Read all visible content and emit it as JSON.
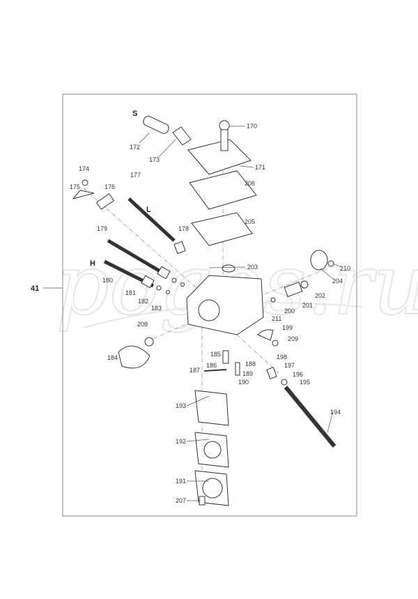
{
  "diagram": {
    "assembly_ref": "41",
    "adjust_labels": {
      "S": "S",
      "L": "L",
      "H": "H"
    },
    "watermark": "pogos.ru",
    "labels": {
      "p170": "170",
      "p171": "171",
      "p172": "172",
      "p173": "173",
      "p174": "174",
      "p175": "175",
      "p176": "176",
      "p177": "177",
      "p178": "178",
      "p179": "179",
      "p180": "180",
      "p181": "181",
      "p182": "182",
      "p183": "183",
      "p184": "184",
      "p185": "185",
      "p186": "186",
      "p187": "187",
      "p188": "188",
      "p189": "189",
      "p190": "190",
      "p191": "191",
      "p192": "192",
      "p193": "193",
      "p194": "194",
      "p195": "195",
      "p196": "196",
      "p197": "197",
      "p198": "198",
      "p199": "199",
      "p200": "200",
      "p201": "201",
      "p202": "202",
      "p203": "203",
      "p204": "204",
      "p205": "205",
      "p206": "206",
      "p207": "207",
      "p208": "208",
      "p209": "209",
      "p210": "210",
      "p211": "211"
    }
  }
}
